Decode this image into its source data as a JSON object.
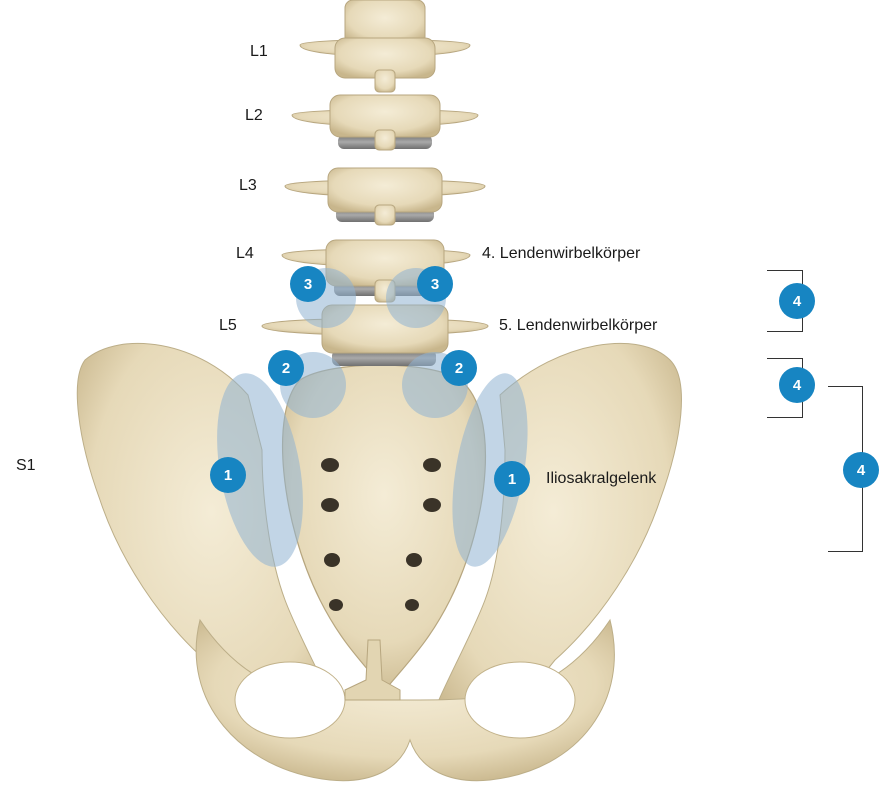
{
  "vertebra_labels": {
    "l1": "L1",
    "l2": "L2",
    "l3": "L3",
    "l4": "L4",
    "l5": "L5",
    "s1": "S1"
  },
  "annotations": {
    "l4_name": "4. Lendenwirbelkörper",
    "l5_name": "5. Lendenwirbelkörper",
    "sij_name": "Iliosakralgelenk"
  },
  "markers": {
    "facet_l4_l5": "3",
    "facet_l5_s1": "2",
    "sacroiliac": "1",
    "segment": "4"
  },
  "colors": {
    "bone": "#ebe0c4",
    "bone_shadow": "#b7a67f",
    "disc": "#8e8e8e",
    "highlight": "#8fb3d1",
    "marker": "#1785c2"
  }
}
